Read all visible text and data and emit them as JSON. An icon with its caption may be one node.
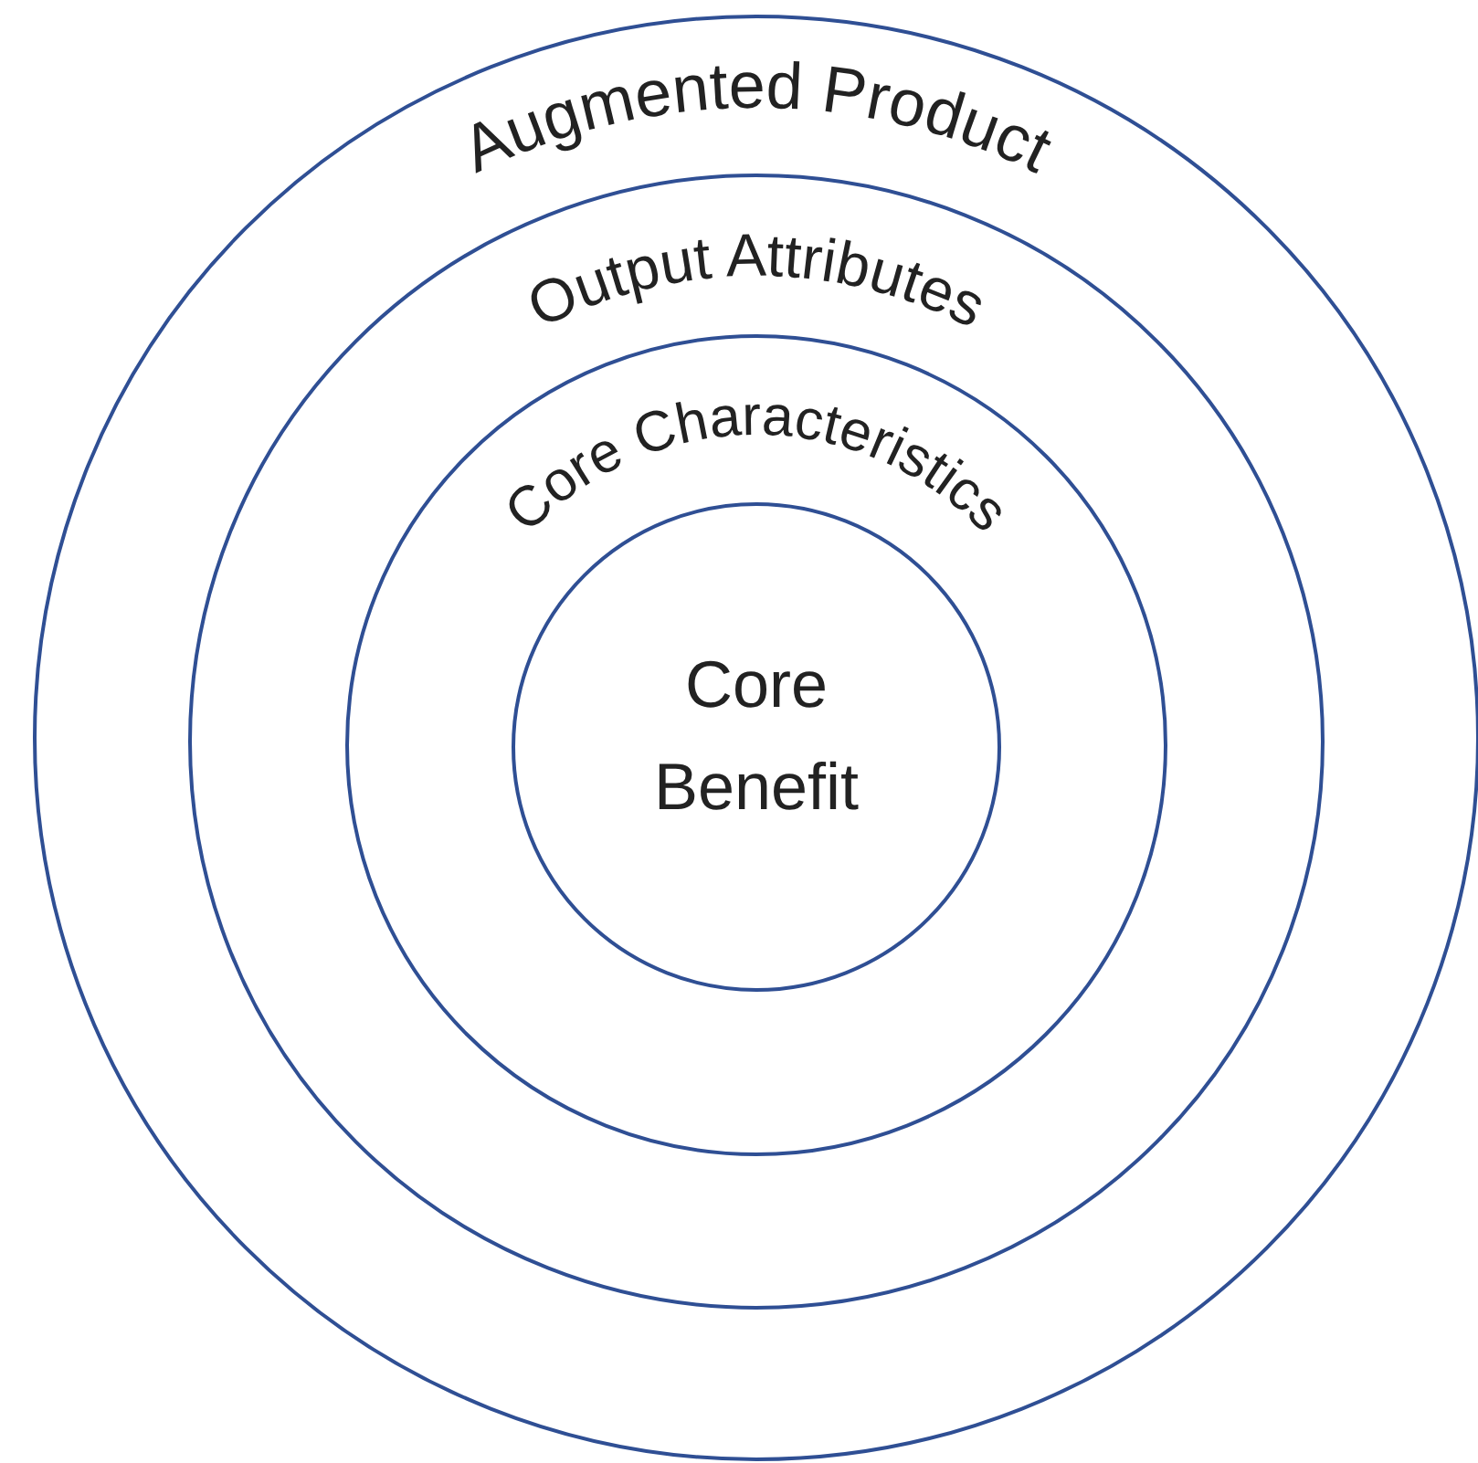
{
  "diagram": {
    "nodes": [
      {
        "text": [
          "Augmented Product"
        ]
      },
      {
        "text": [
          "Output Attributes"
        ],
        "in": 0
      },
      {
        "text": [
          "Core Characteristics"
        ],
        "in": 1
      },
      {
        "text": [
          "Core Benefit"
        ],
        "in": 2
      }
    ]
  }
}
